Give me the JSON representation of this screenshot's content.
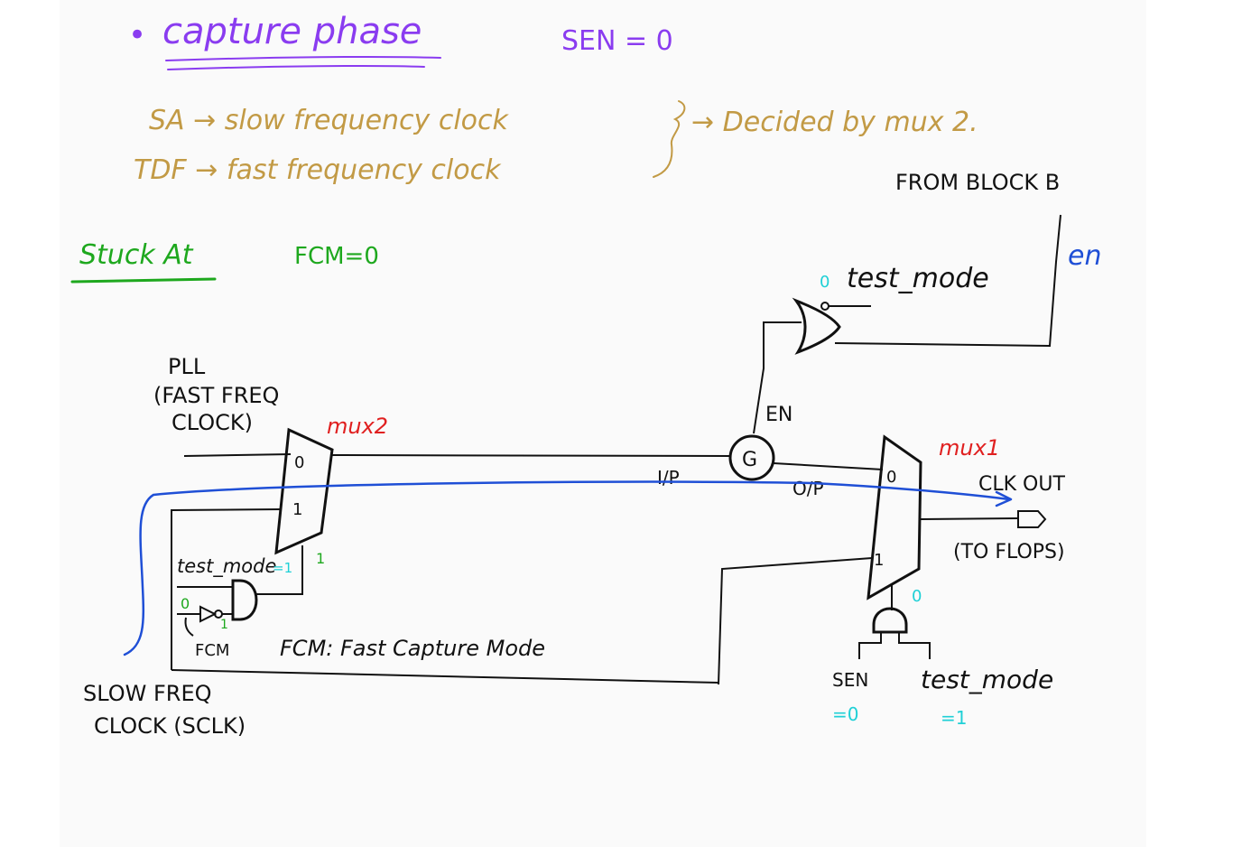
{
  "colors": {
    "purple": "#8a3cf0",
    "gold": "#c29a45",
    "green": "#1ea81e",
    "red": "#e02020",
    "blue": "#1f4fd6",
    "cyan": "#1fd0d6",
    "ink": "#111111"
  },
  "header": {
    "bullet": "•",
    "title": "capture phase",
    "sen_note": "SEN = 0"
  },
  "clock_rules": {
    "sa_line": "SA → slow frequency clock",
    "tdf_line": "TDF → fast frequency clock",
    "decided": "→ Decided by mux 2."
  },
  "mode": {
    "title": "Stuck At",
    "fcm": "FCM=0"
  },
  "labels": {
    "from_block": "FROM BLOCK B",
    "en_blue": "en",
    "or_zero": "0",
    "test_mode_top": "test_mode",
    "pll_line1": "PLL",
    "pll_line2": "(FAST FREQ",
    "pll_line3": "CLOCK)",
    "mux2": "mux2",
    "mux2_in0": "0",
    "mux2_in1": "1",
    "en_caps": "EN",
    "gate": "G",
    "ip": "I/P",
    "op": "O/P",
    "mux1": "mux1",
    "mux1_in0": "0",
    "mux1_in1": "1",
    "clk_out": "CLK OUT",
    "to_flops": "(TO FLOPS)",
    "sel_one": "1",
    "test_mode_and": "test_mode",
    "test_mode_and_val": "=1",
    "fcm_zero": "0",
    "fcm_one": "1",
    "fcm_pin": "FCM",
    "fcm_def": "FCM: Fast Capture Mode",
    "mux1_sel_zero": "0",
    "sen": "SEN",
    "sen_val": "=0",
    "test_mode_bottom": "test_mode",
    "test_mode_bottom_val": "=1",
    "slow_line1": "SLOW FREQ",
    "slow_line2": "CLOCK (SCLK)"
  }
}
